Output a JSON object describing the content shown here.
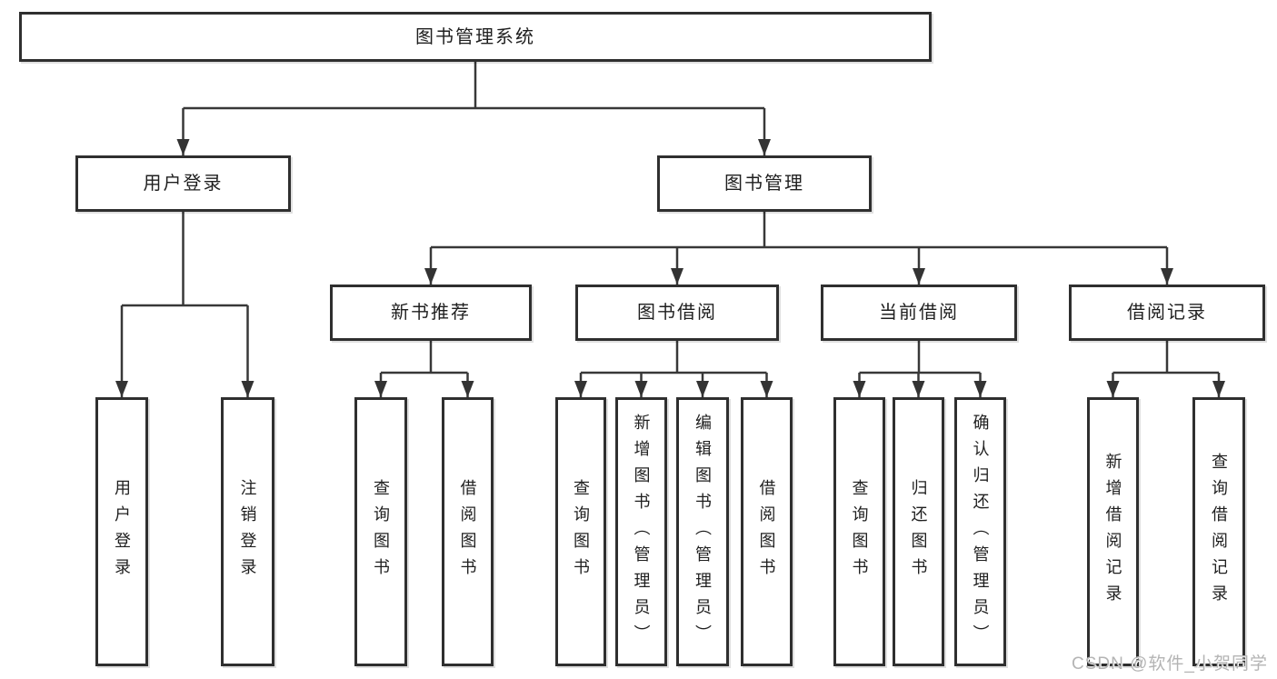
{
  "tree": {
    "label": "图书管理系统",
    "children": [
      {
        "label": "用户登录",
        "children": [
          {
            "label": "用户登录"
          },
          {
            "label": "注销登录"
          }
        ]
      },
      {
        "label": "图书管理",
        "children": [
          {
            "label": "新书推荐",
            "children": [
              {
                "label": "查询图书"
              },
              {
                "label": "借阅图书"
              }
            ]
          },
          {
            "label": "图书借阅",
            "children": [
              {
                "label": "查询图书"
              },
              {
                "label": "新增图书（管理员）"
              },
              {
                "label": "编辑图书（管理员）"
              },
              {
                "label": "借阅图书"
              }
            ]
          },
          {
            "label": "当前借阅",
            "children": [
              {
                "label": "查询图书"
              },
              {
                "label": "归还图书"
              },
              {
                "label": "确认归还（管理员）"
              }
            ]
          },
          {
            "label": "借阅记录",
            "children": [
              {
                "label": "新增借阅记录"
              },
              {
                "label": "查询借阅记录"
              }
            ]
          }
        ]
      }
    ]
  },
  "watermark": {
    "text": "CSDN @软件_小贺同学"
  },
  "colors": {
    "line": "#383838",
    "box_border": "#2f2f2f",
    "text": "#1f1f1f",
    "watermark": "#b4b4b4",
    "background": "#ffffff"
  }
}
